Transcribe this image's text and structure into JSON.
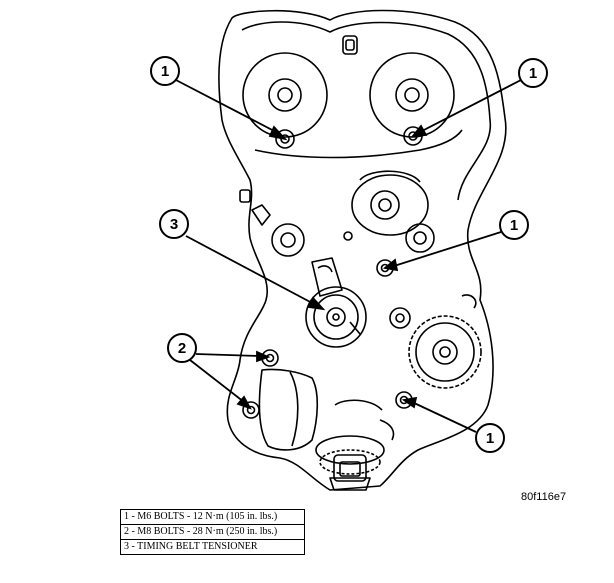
{
  "callouts": {
    "c1_top_left": "1",
    "c1_top_right": "1",
    "c1_mid_right": "1",
    "c1_bottom_right": "1",
    "c2": "2",
    "c3": "3"
  },
  "figure_id": "80f116e7",
  "legend": [
    "1 - M6 BOLTS - 12 N·m (105 in. lbs.)",
    "2 - M8 BOLTS - 28 N·m (250 in. lbs.)",
    "3 - TIMING BELT TENSIONER"
  ]
}
